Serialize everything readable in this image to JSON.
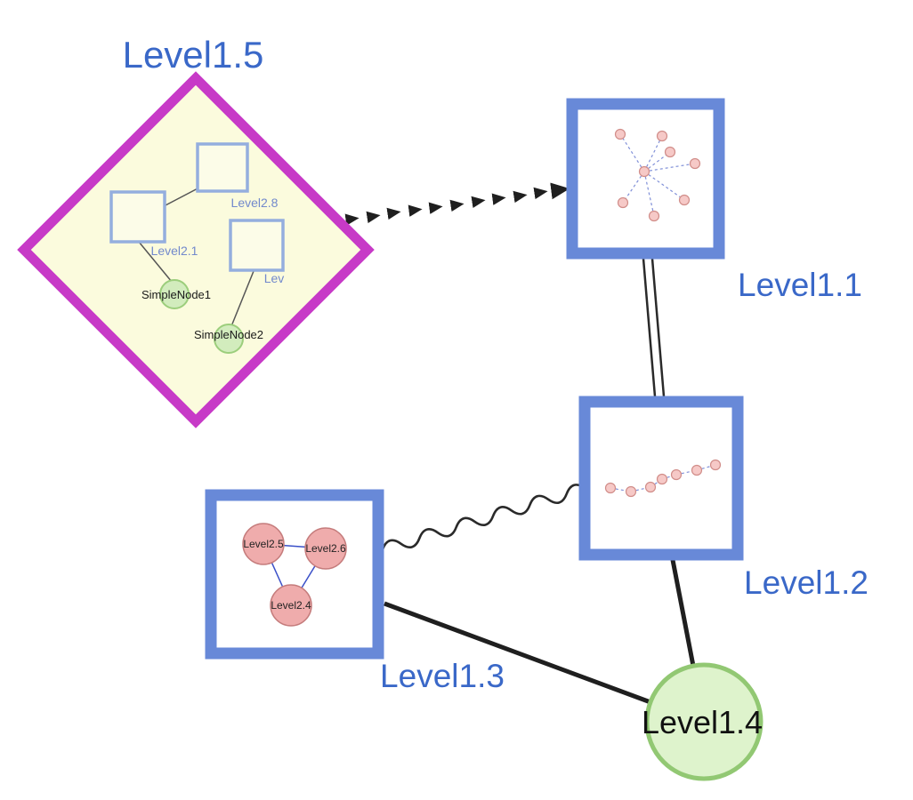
{
  "diagram": {
    "level1_5": {
      "label": "Level1.5",
      "shape": "diamond",
      "squares": [
        {
          "label": "Level2.1"
        },
        {
          "label": "Level2.8"
        },
        {
          "label": "Lev"
        }
      ],
      "simple_nodes": [
        {
          "label": "SimpleNode1"
        },
        {
          "label": "SimpleNode2"
        }
      ]
    },
    "level1_1": {
      "label": "Level1.1",
      "shape": "square"
    },
    "level1_2": {
      "label": "Level1.2",
      "shape": "square"
    },
    "level1_3": {
      "label": "Level1.3",
      "shape": "square",
      "children": [
        {
          "label": "Level2.5"
        },
        {
          "label": "Level2.6"
        },
        {
          "label": "Level2.4"
        }
      ]
    },
    "level1_4": {
      "label": "Level1.4",
      "shape": "circle"
    },
    "edges": [
      {
        "from": "Level1.5",
        "to": "Level1.1",
        "style": "dashed-arrow"
      },
      {
        "from": "Level1.1",
        "to": "Level1.2",
        "style": "double-line"
      },
      {
        "from": "Level1.3",
        "to": "Level1.2",
        "style": "wavy"
      },
      {
        "from": "Level1.3",
        "to": "Level1.4",
        "style": "solid"
      },
      {
        "from": "Level1.2",
        "to": "Level1.4",
        "style": "solid"
      }
    ],
    "colors": {
      "label_blue": "#3a68c8",
      "diamond_border": "#c73ac7",
      "diamond_fill": "#fbfbdd",
      "node_border_blue": "#6889d8",
      "green_fill": "#d2ecbd",
      "green_border": "#9cce7c",
      "pink_fill": "#efacac",
      "pink_border": "#c57c7c",
      "edge_black": "#1f1f1f"
    }
  }
}
